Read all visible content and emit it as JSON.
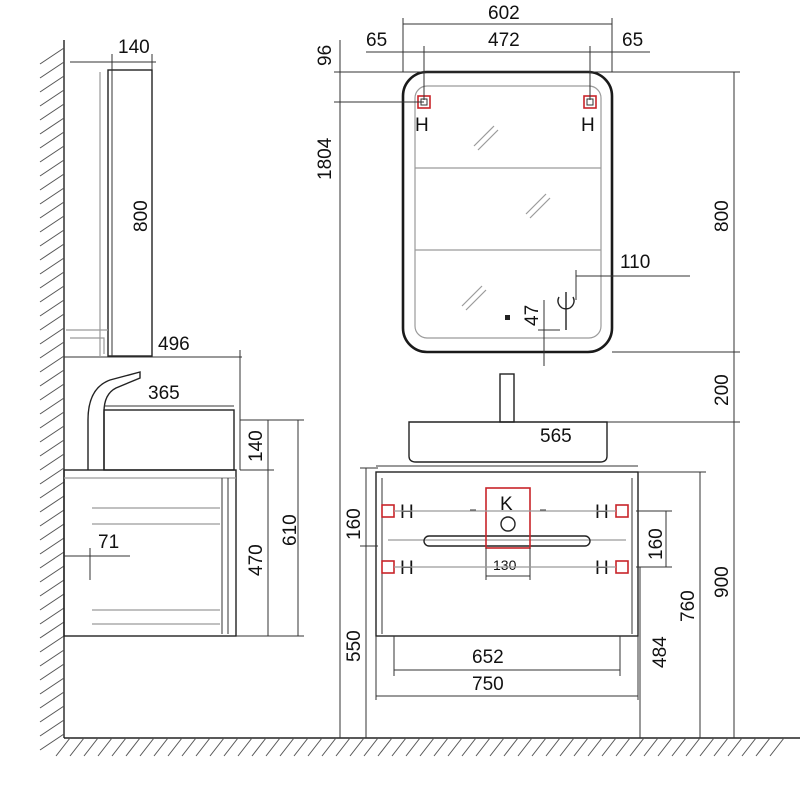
{
  "side_view": {
    "mirror_depth": "140",
    "mirror_height": "800",
    "cabinet_depth": "496",
    "basin_depth": "365",
    "basin_height": "140",
    "cabinet_height": "470",
    "total_height": "610",
    "handle_offset": "71"
  },
  "front_view": {
    "mirror_width": "602",
    "mirror_inner_width": "472",
    "mirror_side_left": "65",
    "mirror_side_right": "65",
    "mirror_top_offset": "96",
    "mirror_mount_height": "1804",
    "mirror_height": "800",
    "switch_offset_x": "110",
    "switch_offset_y": "47",
    "gap_above_basin": "200",
    "basin_width": "565",
    "drawer_spacing_left": "160",
    "drawer_spacing_right": "160",
    "drain_width": "130",
    "cabinet_total_height": "900",
    "cabinet_mount_height": "760",
    "floor_to_top_left": "550",
    "floor_to_drawer": "484",
    "inner_width": "652",
    "cabinet_width": "750",
    "mount_label": "H",
    "drain_label": "K"
  }
}
